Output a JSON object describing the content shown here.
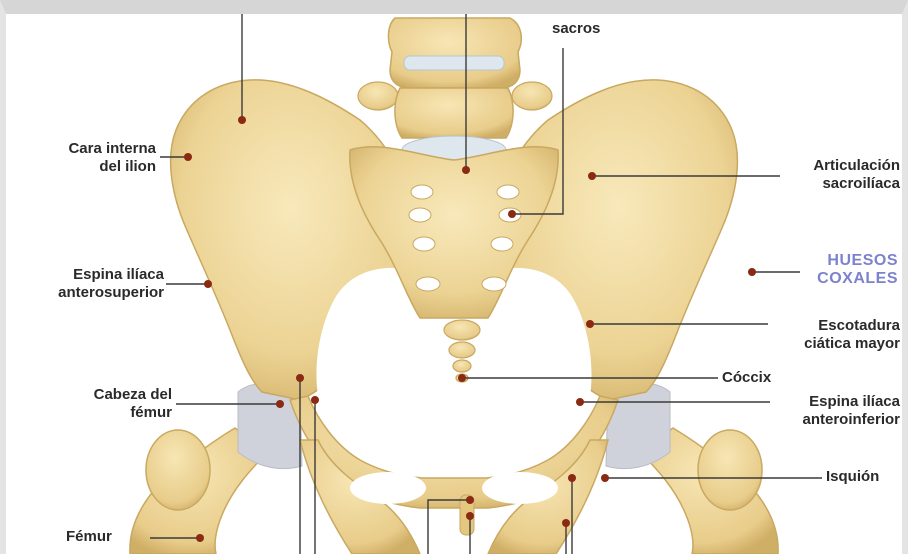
{
  "labels": {
    "sacros": "sacros",
    "cara_interna": [
      "Cara interna",
      "del ilion"
    ],
    "espina_antsup": [
      "Espina ilíaca",
      "anterosuperior"
    ],
    "cabeza_femur": [
      "Cabeza del",
      "fémur"
    ],
    "femur": "Fémur",
    "articulacion": [
      "Articulación",
      "sacroilíaca"
    ],
    "huesos_coxales": [
      "HUESOS",
      "COXALES"
    ],
    "escotadura": [
      "Escotadura",
      "ciática mayor"
    ],
    "coccix": "Cóccix",
    "espina_antinf": [
      "Espina ilíaca",
      "anteroinferior"
    ],
    "isquion": "Isquión"
  },
  "colors": {
    "bone": "#ecd394",
    "bone_light": "#f6e6b4",
    "bone_shade": "#c9a860",
    "cartilage": "#cfd2da",
    "disc": "#dfe7ee",
    "leader": "#3a3a3a",
    "dot": "#8a2a12",
    "accent_label": "#7d82cc"
  }
}
